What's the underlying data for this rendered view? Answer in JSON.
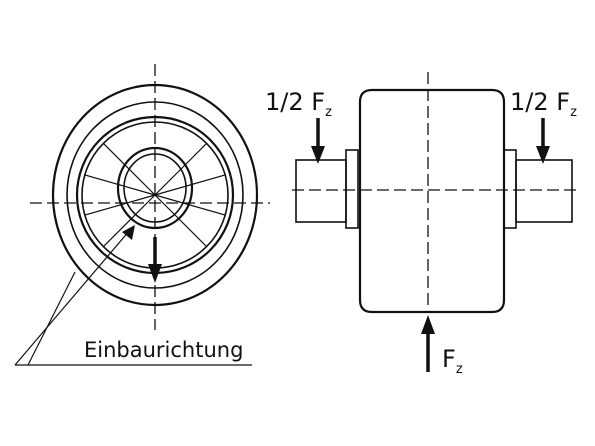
{
  "labels": {
    "mounting_direction": "Einbaurichtung",
    "half_force_left": {
      "prefix": "1/2 F",
      "sub": "z"
    },
    "half_force_right": {
      "prefix": "1/2 F",
      "sub": "z"
    },
    "radial_force": {
      "prefix": "F",
      "sub": "z"
    }
  }
}
